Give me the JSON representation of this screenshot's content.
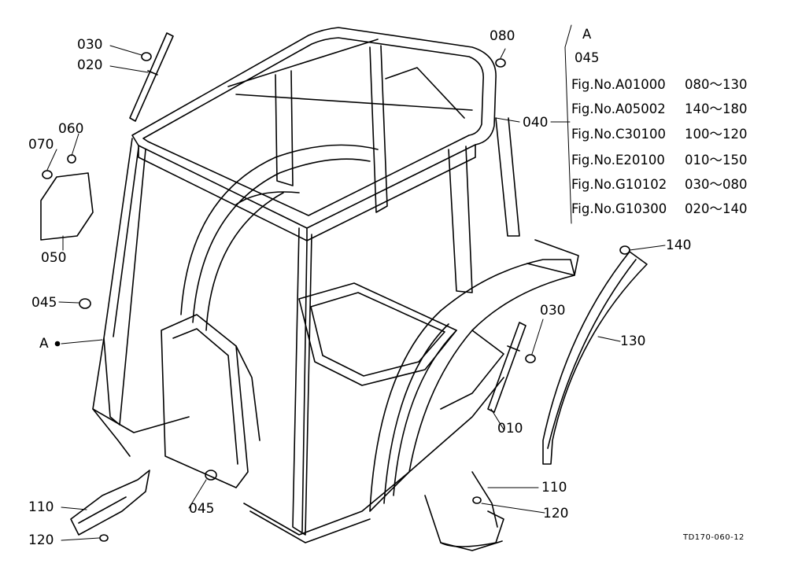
{
  "callouts": {
    "p030_top": "030",
    "p020": "020",
    "p060": "060",
    "p070": "070",
    "p050": "050",
    "p045_left": "045",
    "pA": "A",
    "p080": "080",
    "p040": "040",
    "p140": "140",
    "p030_right": "030",
    "p130": "130",
    "p010": "010",
    "p110_left": "110",
    "p120_left": "120",
    "p045_bottom": "045",
    "p110_right": "110",
    "p120_right": "120"
  },
  "reference_box": {
    "title": "A",
    "part": "045",
    "rows": [
      {
        "fig": "Fig.No.A01000",
        "range": "080～130"
      },
      {
        "fig": "Fig.No.A05002",
        "range": "140～180"
      },
      {
        "fig": "Fig.No.C30100",
        "range": "100～120"
      },
      {
        "fig": "Fig.No.E20100",
        "range": "010～150"
      },
      {
        "fig": "Fig.No.G10102",
        "range": "030～080"
      },
      {
        "fig": "Fig.No.G10300",
        "range": "020～140"
      }
    ]
  },
  "drawing_code": "TD170-060-12"
}
